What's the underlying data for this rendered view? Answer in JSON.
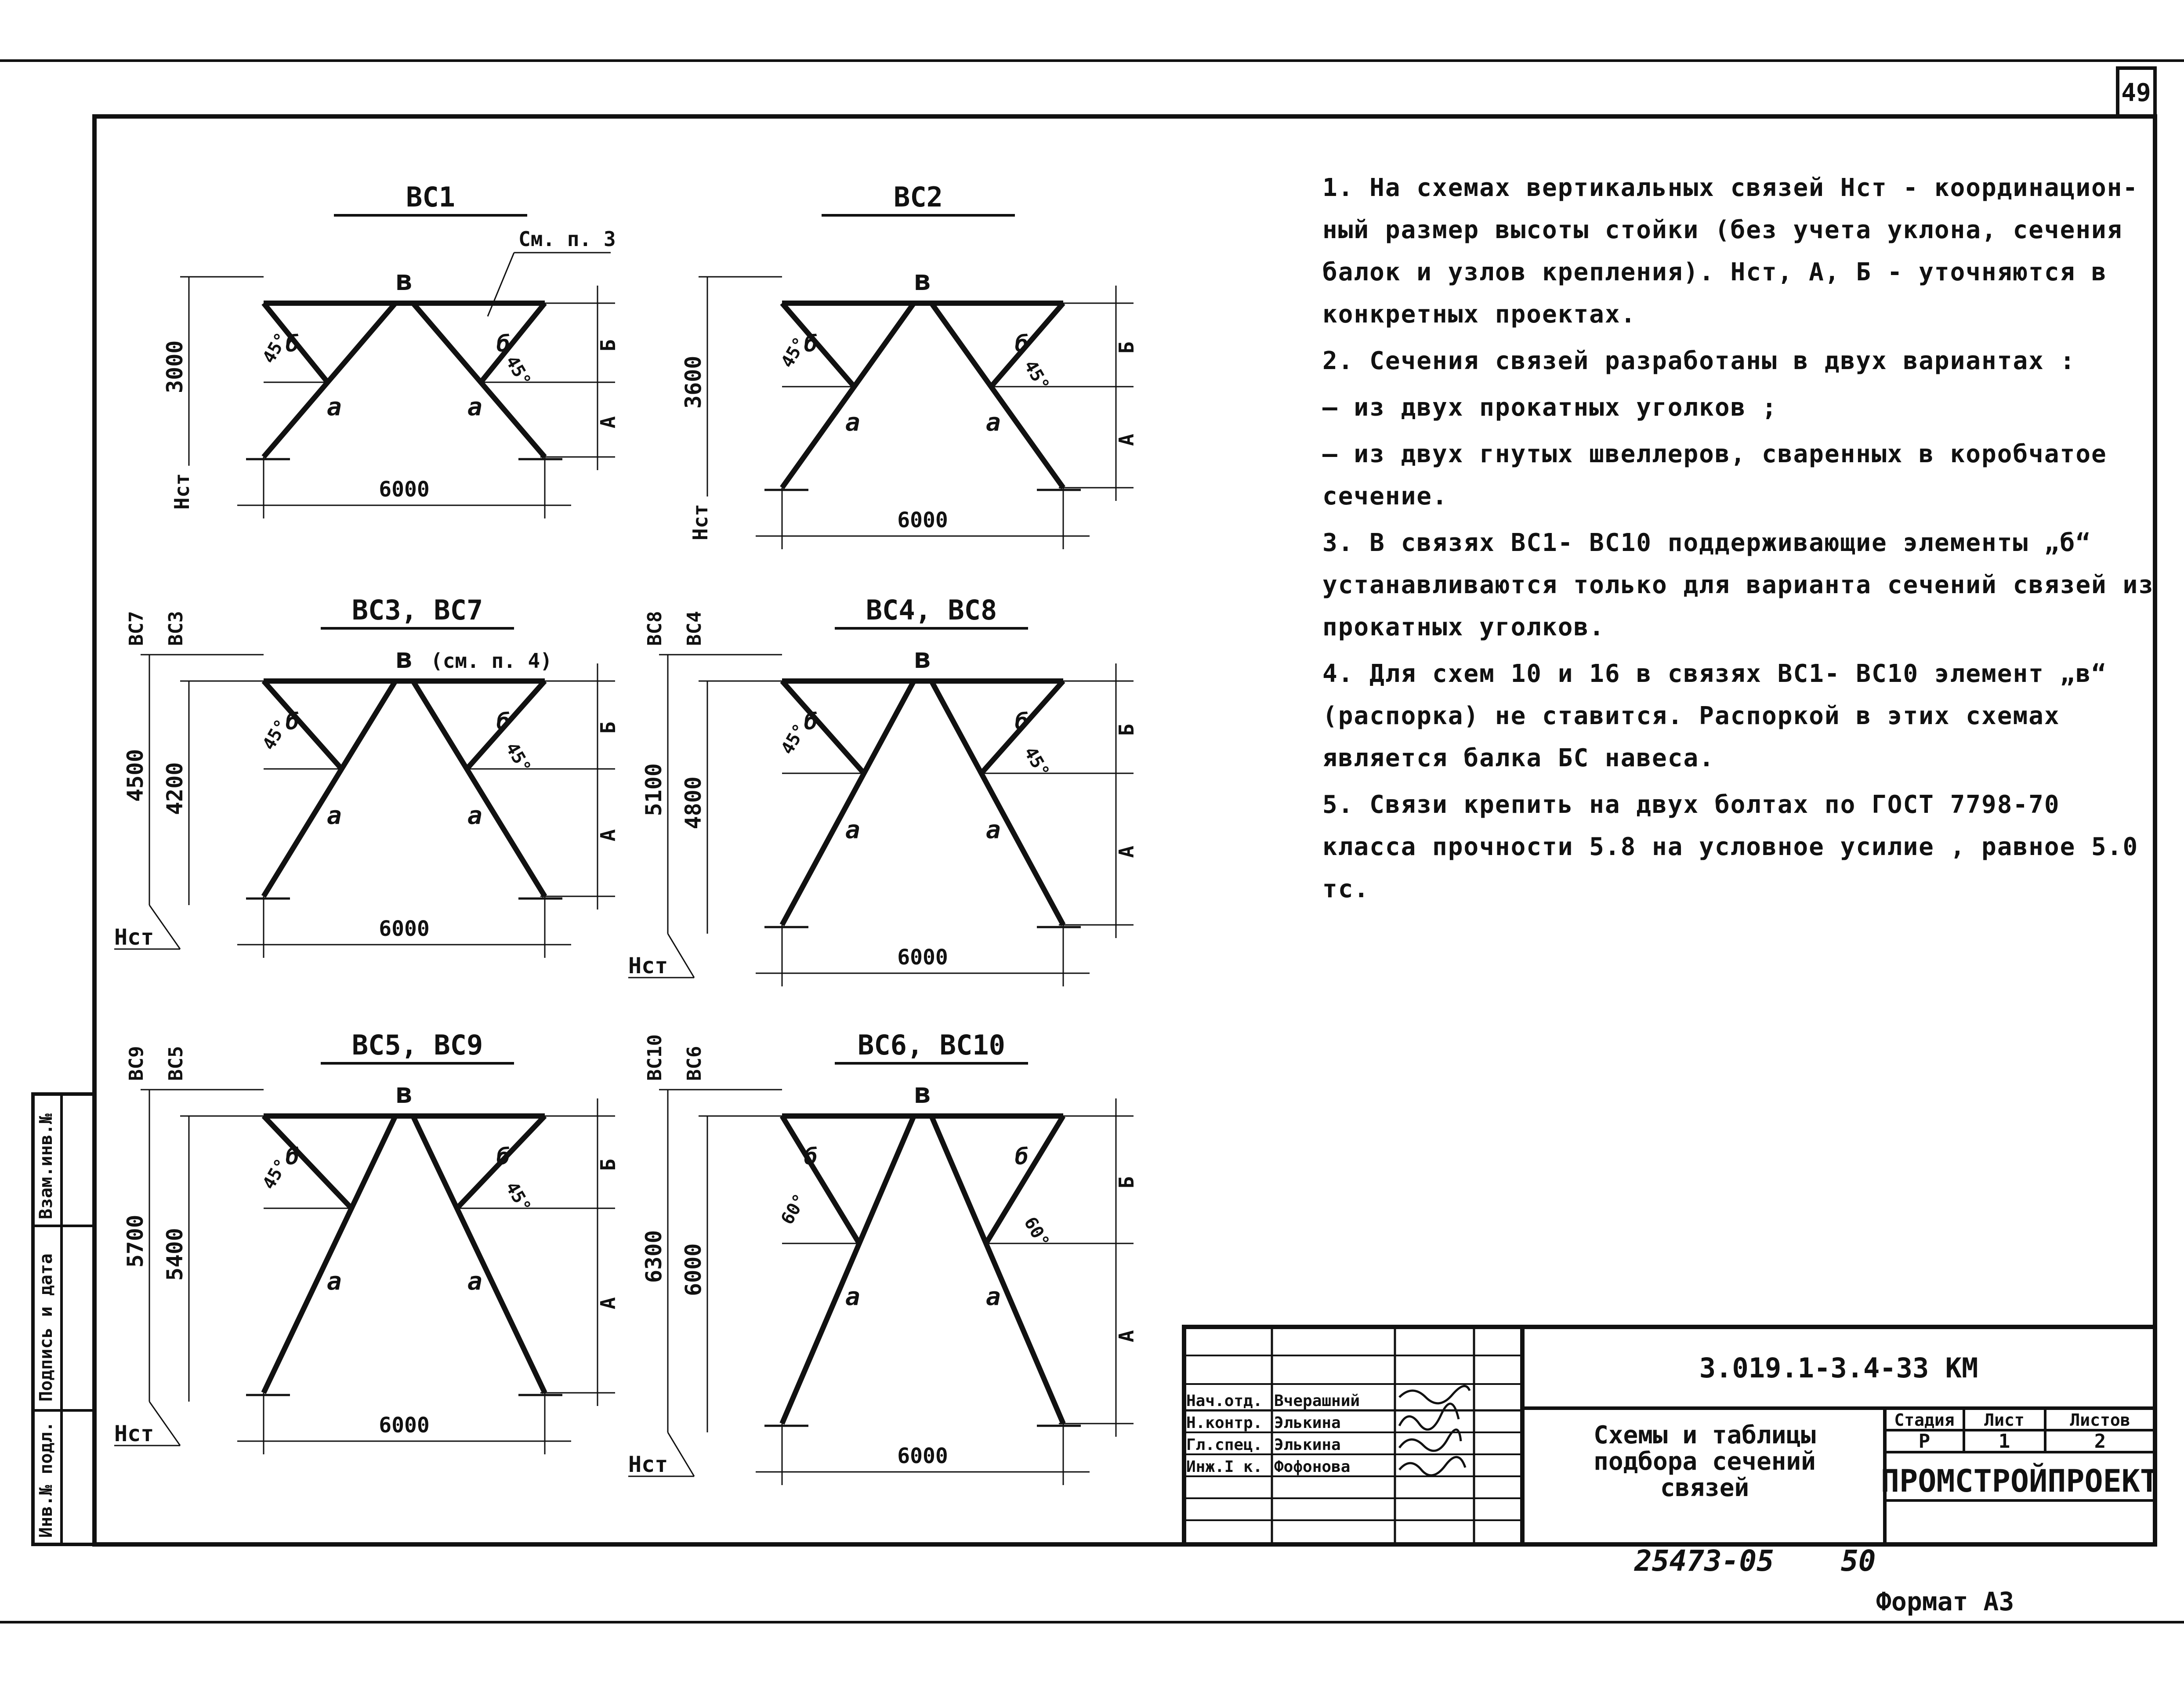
{
  "sheet_number": "49",
  "diagrams": [
    {
      "id": "vs1",
      "title": "ВС1",
      "heights": [
        "3000"
      ],
      "width": "6000",
      "chord": "в",
      "angle": "45°",
      "brace": "а",
      "sub": "б",
      "note": "См. п. 3",
      "hst": "Нст",
      "dimA": "А",
      "dimB": "Б",
      "headers": []
    },
    {
      "id": "vs2",
      "title": "ВС2",
      "heights": [
        "3600"
      ],
      "width": "6000",
      "chord": "в",
      "angle": "45°",
      "brace": "а",
      "sub": "б",
      "hst": "Нст",
      "dimA": "А",
      "dimB": "Б",
      "headers": []
    },
    {
      "id": "vs3",
      "title": "ВС3, ВС7",
      "heights": [
        "4500",
        "4200"
      ],
      "width": "6000",
      "chord": "в",
      "chord_note": "(см. п. 4)",
      "angle": "45°",
      "brace": "а",
      "sub": "б",
      "hst": "Нст",
      "dimA": "А",
      "dimB": "Б",
      "headers": [
        "ВС7",
        "ВС3"
      ]
    },
    {
      "id": "vs4",
      "title": "ВС4, ВС8",
      "heights": [
        "5100",
        "4800"
      ],
      "width": "6000",
      "chord": "в",
      "angle": "45°",
      "brace": "а",
      "sub": "б",
      "hst": "Нст",
      "dimA": "А",
      "dimB": "Б",
      "headers": [
        "ВС8",
        "ВС4"
      ]
    },
    {
      "id": "vs5",
      "title": "ВС5, ВС9",
      "heights": [
        "5700",
        "5400"
      ],
      "width": "6000",
      "chord": "в",
      "angle": "45°",
      "brace": "а",
      "sub": "б",
      "hst": "Нст",
      "dimA": "А",
      "dimB": "Б",
      "headers": [
        "ВС9",
        "ВС5"
      ]
    },
    {
      "id": "vs6",
      "title": "ВС6, ВС10",
      "heights": [
        "6300",
        "6000"
      ],
      "width": "6000",
      "chord": "в",
      "angle": "60°",
      "brace": "а",
      "sub": "б",
      "hst": "Нст",
      "dimA": "А",
      "dimB": "Б",
      "headers": [
        "ВС10",
        "ВС6"
      ]
    }
  ],
  "notes": [
    "1. На схемах вертикальных связей Нст - координацион- ный размер высоты стойки (без учета уклона, сечения балок и узлов крепления). Нст, А, Б - уточняются в конкретных проектах.",
    "2. Сечения связей разработаны в двух вариантах :",
    "— из двух прокатных уголков ;",
    "— из двух гнутых швеллеров, сваренных в коробчатое сечение.",
    "3. В связях ВС1- ВС10 поддерживающие элементы „б“ устанавливаются только для варианта сечений связей из прокатных уголков.",
    "4. Для схем 10 и 16 в связях ВС1- ВС10 элемент „в“ (распорка) не ставится. Распоркой в этих схемах является балка БС навеса.",
    "5. Связи крепить на двух болтах по ГОСТ 7798-70 класса прочности 5.8 на условное усилие , равное 5.0 тс."
  ],
  "title_block": {
    "code": "3.019.1-3.4-33 КМ",
    "title_lines": [
      "Схемы и таблицы",
      "подбора сечений",
      "связей"
    ],
    "stage_label": "Стадия",
    "sheet_label": "Лист",
    "sheets_label": "Листов",
    "stage": "Р",
    "sheet": "1",
    "sheets": "2",
    "org": "ПРОМСТРОЙПРОЕКТ",
    "roles": [
      {
        "role": "Нач.отд.",
        "name": "Вчерашний"
      },
      {
        "role": "Н.контр.",
        "name": "Элькина"
      },
      {
        "role": "Гл.спец.",
        "name": "Элькина"
      },
      {
        "role": "Инж.I к.",
        "name": "Фофонова"
      }
    ]
  },
  "side_stamp": [
    "Инв.№ подл.",
    "Подпись и дата",
    "Взам.инв.№"
  ],
  "footer": {
    "number": "25473-05",
    "page": "50",
    "format": "Формат А3"
  }
}
